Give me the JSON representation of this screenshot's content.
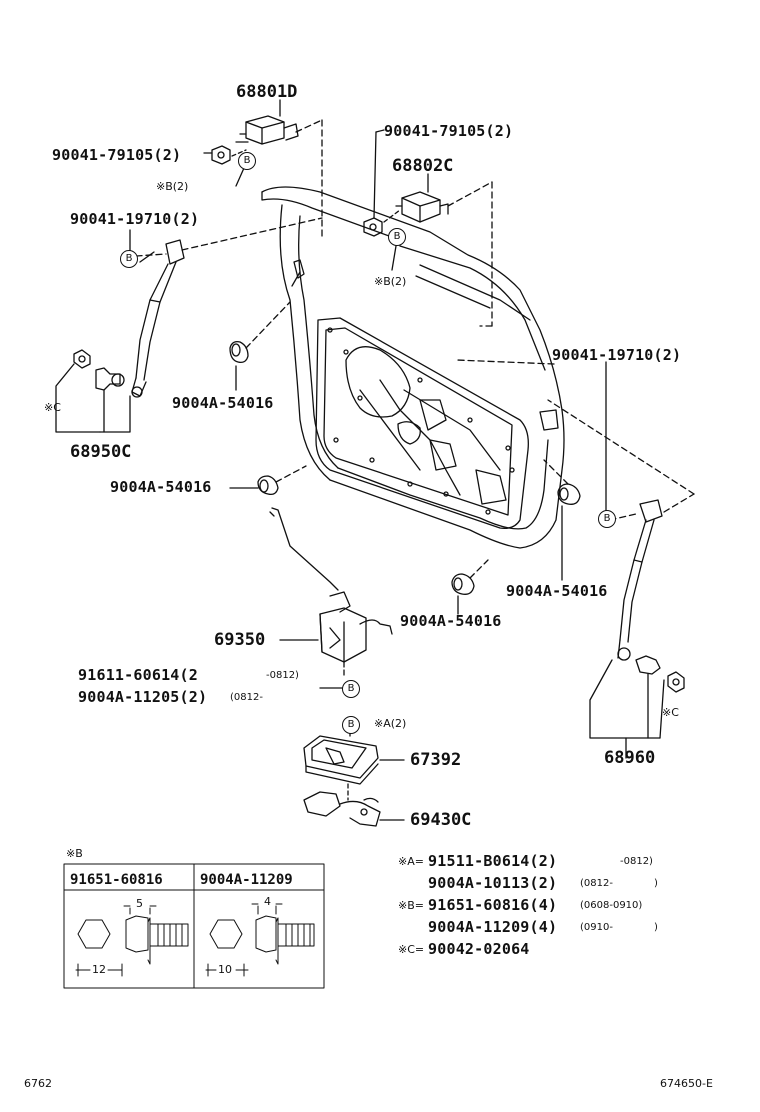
{
  "callouts": {
    "p68801D": "68801D",
    "p90041_79105_left": "90041-79105(2)",
    "p90041_79105_right": "90041-79105(2)",
    "p68802C": "68802C",
    "p90041_19710_left": "90041-19710(2)",
    "p90041_19710_right": "90041-19710(2)",
    "p9004A_54016_a": "9004A-54016",
    "p9004A_54016_b": "9004A-54016",
    "p9004A_54016_c": "9004A-54016",
    "p9004A_54016_d": "9004A-54016",
    "p68950C": "68950C",
    "p69350": "69350",
    "p91611_60614": "91611-60614(2",
    "p91611_range": "-0812)",
    "p9004A_11205": "9004A-11205(2)",
    "p9004A_11205_range": "(0812-",
    "p67392": "67392",
    "p69430C": "69430C",
    "p68960": "68960",
    "refB2_top": "※B(2)",
    "refB2_mid": "※B(2)",
    "refA2": "※A(2)",
    "refC_left": "※C",
    "refC_right": "※C",
    "circleB": "B"
  },
  "table": {
    "title": "※B",
    "col1": "91651-60816",
    "col2": "9004A-11209",
    "dim1_top": "5",
    "dim1_bottom": "12",
    "dim2_top": "4",
    "dim2_bottom": "10"
  },
  "notes": {
    "a_mark": "※A=",
    "a_line1": "91511-B0614(2)",
    "a_line1_range": "-0812)",
    "a_line2": "9004A-10113(2)",
    "a_line2_range": "(0812-",
    "a_line2_close": ")",
    "b_mark": "※B=",
    "b_line1": "91651-60816(4)",
    "b_line1_range": "(0608-0910)",
    "b_line2": "9004A-11209(4)",
    "b_line2_range": "(0910-",
    "b_line2_close": ")",
    "c_mark": "※C=",
    "c_line1": "90042-02064"
  },
  "footer": {
    "left": "6762",
    "right": "674650-E"
  }
}
